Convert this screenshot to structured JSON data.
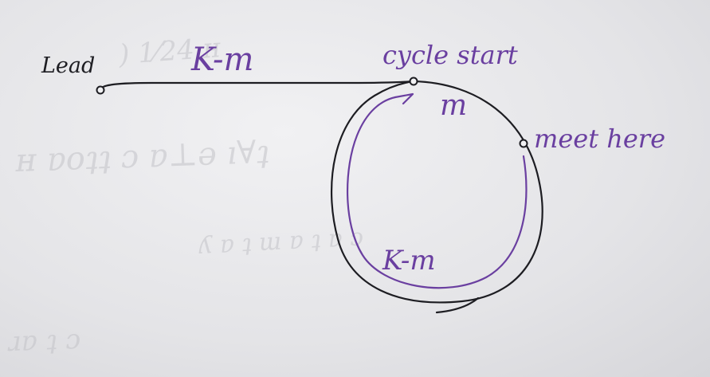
{
  "labels": {
    "head": "Lead",
    "path_length": "K-m",
    "cycle_start": "cycle start",
    "offset": "m",
    "meet_point": "meet here",
    "remaining": "K-m"
  },
  "colors": {
    "black_ink": "#1d1d22",
    "purple_ink": "#6a3fa0",
    "paper": "#e6e6e8"
  }
}
